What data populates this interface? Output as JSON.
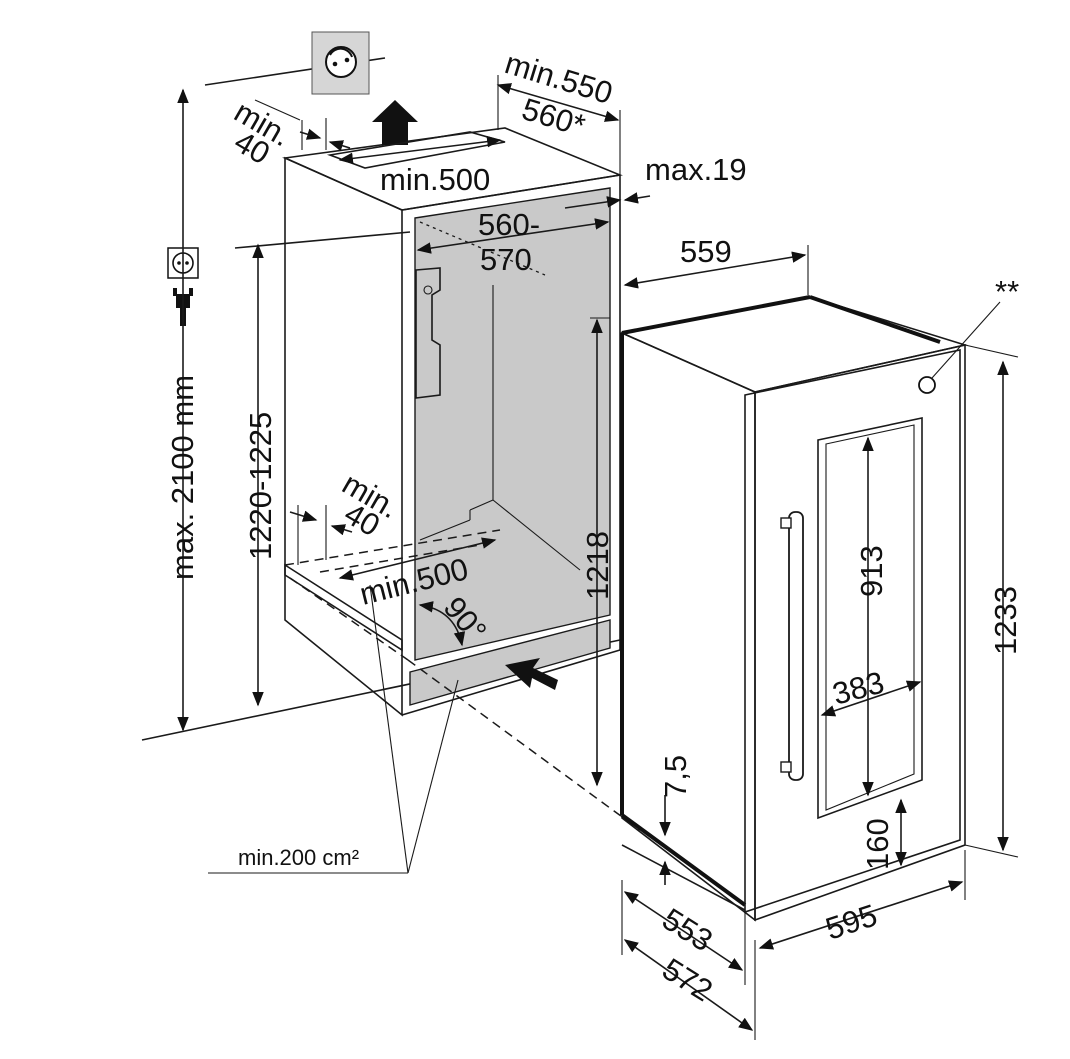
{
  "labels": {
    "max_height": "max. 2100 mm",
    "niche_height": "1220-1225",
    "niche_width_top": "min.550",
    "niche_width_top_alt": "560*",
    "top_vent_depth": "min.",
    "top_vent_depth_val": "40",
    "top_vent_width": "min.500",
    "max_panel": "max.19",
    "niche_depth_a": "560-",
    "niche_depth_b": "570",
    "depth_559": "559",
    "double_star": "**",
    "bottom_vent_depth": "min.",
    "bottom_vent_depth_val": "40",
    "bottom_vent_width": "min.500",
    "angle": "90°",
    "inner_height": "1218",
    "door_height": "913",
    "door_width": "383",
    "total_height": "1233",
    "gap": "7,5",
    "handle_offset": "160",
    "depth_553": "553",
    "depth_572": "572",
    "width_595": "595",
    "vent_area": "min.200 cm²"
  },
  "colors": {
    "niche_fill": "#c9c9c9",
    "line": "#1a1a1a",
    "socket_fill": "#d6d6d6"
  },
  "icons": [
    "socket-icon",
    "socket-small-icon",
    "plug-icon",
    "airflow-up-arrow-icon",
    "airflow-in-arrow-icon"
  ]
}
